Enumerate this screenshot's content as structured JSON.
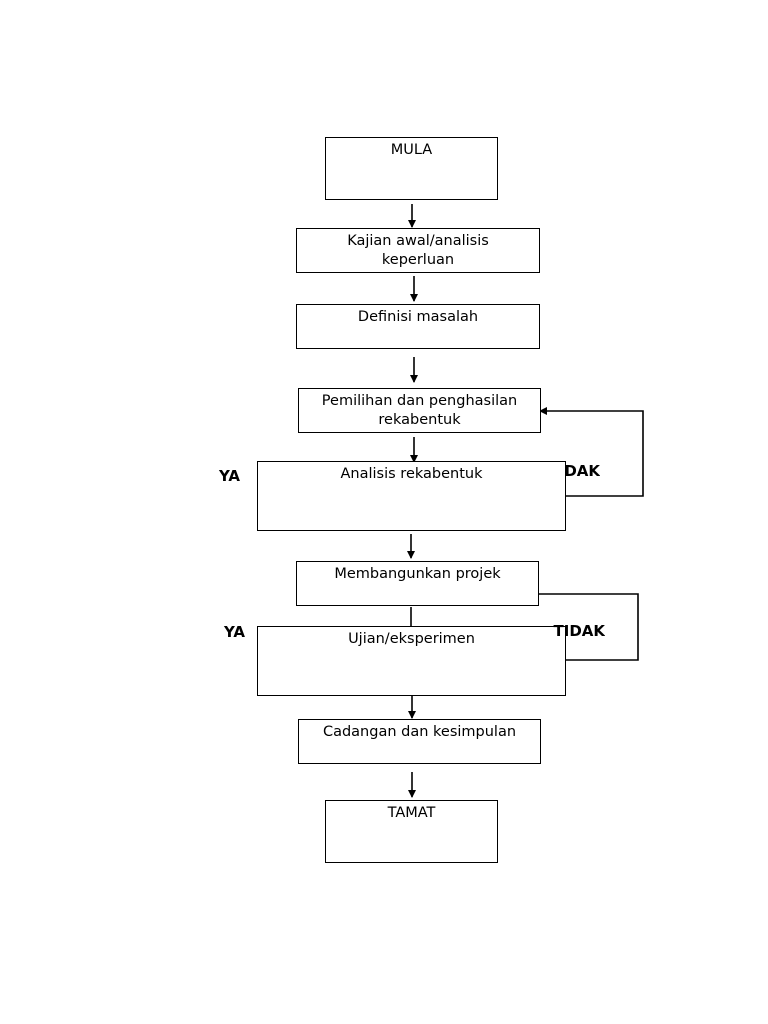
{
  "steps": {
    "start": "MULA",
    "requirements": "Kajian awal/analisis keperluan",
    "problem_definition": "Definisi masalah",
    "design_selection": "Pemilihan dan penghasilan rekabentuk",
    "design_analysis": "Analisis rekabentuk",
    "build_project": "Membangunkan projek",
    "testing": "Ujian/eksperimen",
    "recommendation": "Cadangan dan kesimpulan",
    "end": "TAMAT"
  },
  "labels": {
    "yes_1": "YA",
    "no_1": "TIDAK",
    "yes_2": "YA",
    "no_2": "TIDAK"
  },
  "colors": {
    "line": "#000000",
    "box_fill": "#ffffff"
  }
}
